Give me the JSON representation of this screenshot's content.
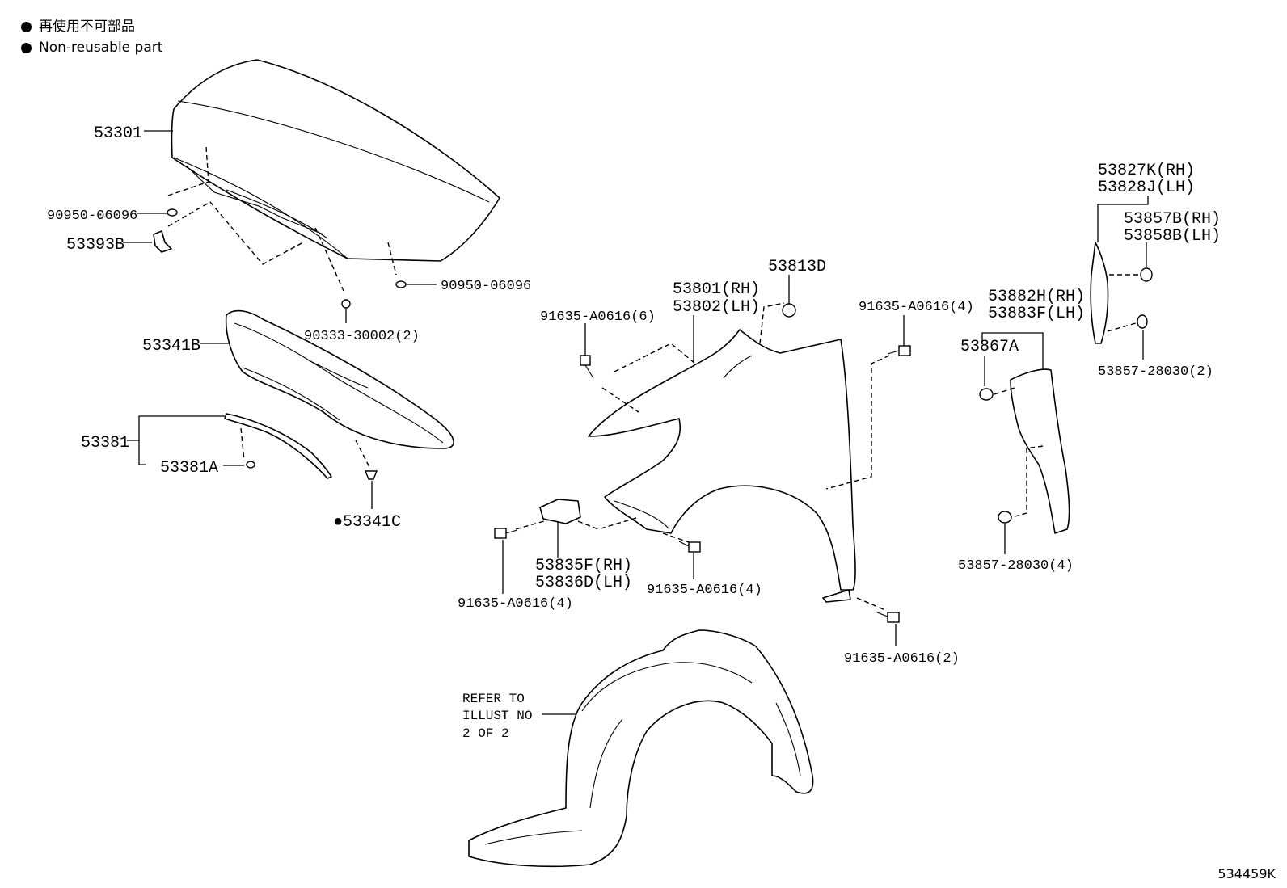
{
  "legend": {
    "items": [
      {
        "text": "再使用不可部品"
      },
      {
        "text": "Non-reusable part"
      }
    ]
  },
  "parts": {
    "p53301": "53301",
    "p90950_a": "90950-06096",
    "p53393b": "53393B",
    "p90950_b": "90950-06096",
    "p90333": "90333-30002(2)",
    "p53341b": "53341B",
    "p53381": "53381",
    "p53381a": "53381A",
    "p53341c": "●53341C",
    "p53801": "53801(RH)",
    "p53802": "53802(LH)",
    "p53813d": "53813D",
    "p91635_6": "91635-A0616(6)",
    "p91635_4a": "91635-A0616(4)",
    "p53835f": "53835F(RH)",
    "p53836d": "53836D(LH)",
    "p91635_4b": "91635-A0616(4)",
    "p91635_4c": "91635-A0616(4)",
    "p91635_2": "91635-A0616(2)",
    "p53827k": "53827K(RH)",
    "p53828j": "53828J(LH)",
    "p53857b": "53857B(RH)",
    "p53858b": "53858B(LH)",
    "p53857_2": "53857-28030(2)",
    "p53882h": "53882H(RH)",
    "p53883f": "53883F(LH)",
    "p53867a": "53867A",
    "p53857_4": "53857-28030(4)"
  },
  "note": {
    "line1": "REFER TO",
    "line2": "ILLUST NO",
    "line3": "2 OF 2"
  },
  "drawing_id": "534459K"
}
